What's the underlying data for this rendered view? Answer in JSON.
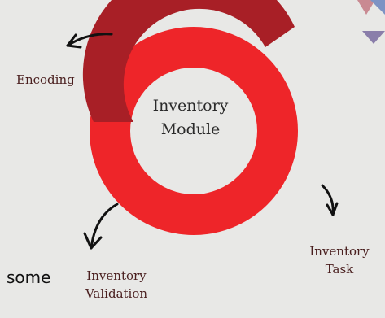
{
  "center": {
    "line1": "Inventory",
    "line2": "Module"
  },
  "labels": {
    "encoding": "Encoding",
    "task": {
      "line1": "Inventory",
      "line2": "Task"
    },
    "validation": {
      "line1": "Inventory",
      "line2": "Validation"
    }
  },
  "extra_text": "some",
  "colors": {
    "background": "#e8e8e6",
    "ring_dark": "#a81f26",
    "ring_bright": "#ee2529",
    "arrow": "#111111"
  }
}
